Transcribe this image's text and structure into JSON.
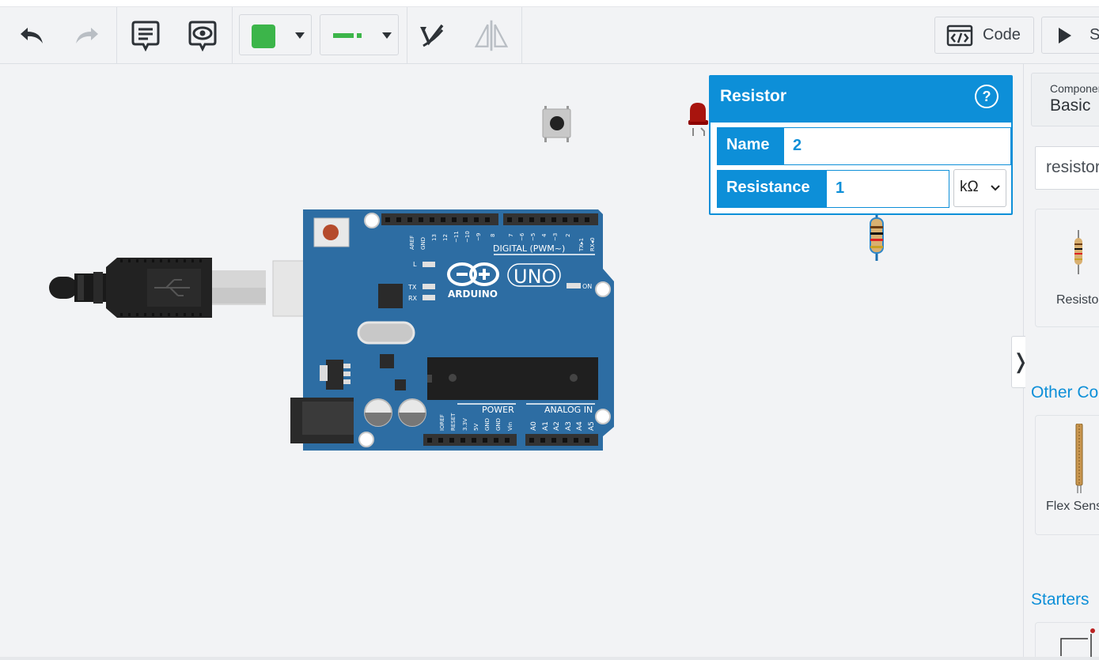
{
  "toolbar": {
    "undo_icon": "undo-icon",
    "redo_icon": "redo-icon",
    "notes_icon": "notes-icon",
    "toggle_notes_icon": "eye-note-icon",
    "fill_color": "#3cb54a",
    "wire_color": "#3cb54a",
    "rotate_icon": "rotate-icon",
    "flip_icon": "flip-icon",
    "code_label": "Code",
    "start_label": "S"
  },
  "inspector": {
    "title": "Resistor",
    "help_label": "?",
    "name_label": "Name",
    "name_value": "2",
    "resistance_label": "Resistance",
    "resistance_value": "1",
    "unit": "kΩ"
  },
  "sidebar": {
    "components_label": "Components",
    "components_value": "Basic",
    "search_value": "resistor",
    "result_1": "Resistor",
    "other_header": "Other Components",
    "result_2": "Flex Sensor",
    "starters_header": "Starters",
    "collapse_glyph": "❭"
  },
  "arduino": {
    "brand": "ARDUINO",
    "model": "UNO",
    "digital_label": "DIGITAL (PWM~)",
    "power_label": "POWER",
    "analog_label": "ANALOG IN",
    "on_label": "ON",
    "tx_label": "TX",
    "rx_label": "RX",
    "l_label": "L",
    "aref_label": "AREF",
    "gnd_label": "GND",
    "digital_pins": [
      "13",
      "12",
      "~11",
      "~10",
      "~9",
      "8",
      "7",
      "~6",
      "~5",
      "4",
      "~3",
      "2",
      "TX▸1",
      "RX◂0"
    ],
    "power_pins": [
      "IOREF",
      "RESET",
      "3.3V",
      "5V",
      "GND",
      "GND",
      "Vin"
    ],
    "analog_pins": [
      "A0",
      "A1",
      "A2",
      "A3",
      "A4",
      "A5"
    ],
    "board_color": "#2d6da3"
  }
}
